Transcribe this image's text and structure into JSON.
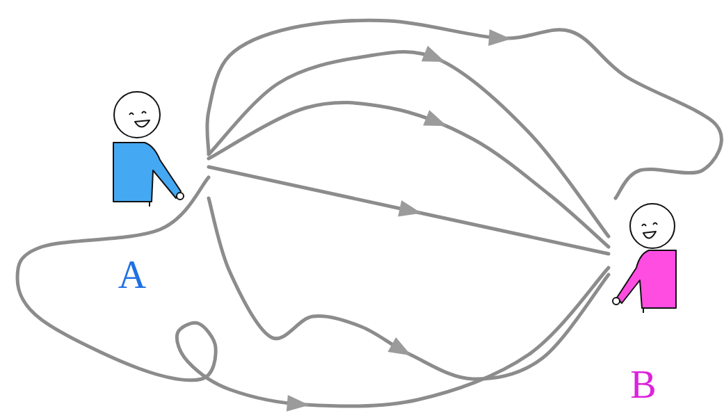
{
  "diagram": {
    "nodes": [
      {
        "text": [
          "A"
        ]
      },
      {
        "text": [
          "B"
        ]
      }
    ],
    "edges": [
      {
        "from": 0,
        "to": 1,
        "arrow": "to"
      },
      {
        "from": 0,
        "to": 1,
        "arrow": "to"
      },
      {
        "from": 0,
        "to": 1,
        "arrow": "to"
      },
      {
        "from": 0,
        "to": 1,
        "arrow": "to"
      },
      {
        "from": 0,
        "to": 1,
        "arrow": "to"
      },
      {
        "from": 0,
        "to": 1,
        "arrow": "to"
      }
    ]
  }
}
